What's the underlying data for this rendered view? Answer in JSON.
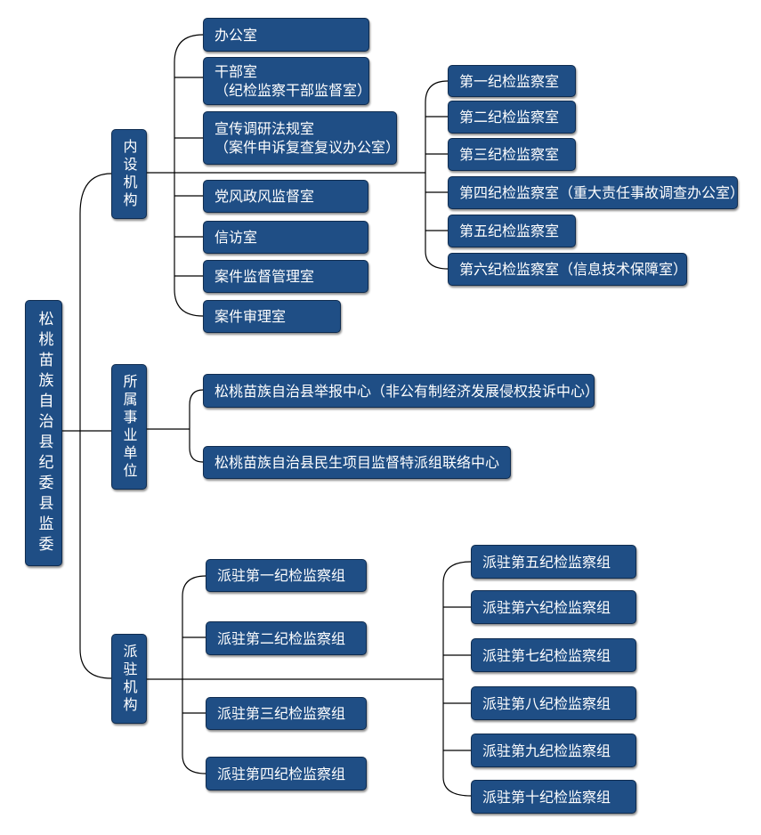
{
  "root": "松桃苗族自治县纪委县监委",
  "branches": {
    "internal": {
      "label": "内设机构",
      "offices": [
        [
          "办公室"
        ],
        [
          "干部室",
          "（纪检监察干部监督室）"
        ],
        [
          "宣传调研法规室",
          "（案件申诉复查复议办公室）"
        ],
        [
          "党风政风监督室"
        ],
        [
          "信访室"
        ],
        [
          "案件监督管理室"
        ],
        [
          "案件审理室"
        ]
      ],
      "rooms": [
        "第一纪检监察室",
        "第二纪检监察室",
        "第三纪检监察室",
        "第四纪检监察室（重大责任事故调查办公室）",
        "第五纪检监察室",
        "第六纪检监察室（信息技术保障室）"
      ]
    },
    "affiliated": {
      "label": "所属事业单位",
      "units": [
        "松桃苗族自治县举报中心（非公有制经济发展侵权投诉中心）",
        "松桃苗族自治县民生项目监督特派组联络中心"
      ]
    },
    "dispatched": {
      "label": "派驻机构",
      "groups_left": [
        "派驻第一纪检监察组",
        "派驻第二纪检监察组",
        "派驻第三纪检监察组",
        "派驻第四纪检监察组"
      ],
      "groups_right": [
        "派驻第五纪检监察组",
        "派驻第六纪检监察组",
        "派驻第七纪检监察组",
        "派驻第八纪检监察组",
        "派驻第九纪检监察组",
        "派驻第十纪检监察组"
      ]
    }
  },
  "colors": {
    "box_fill": "#1f4e85",
    "box_border": "#0f2c50",
    "text": "#ffffff",
    "line": "#000000"
  }
}
